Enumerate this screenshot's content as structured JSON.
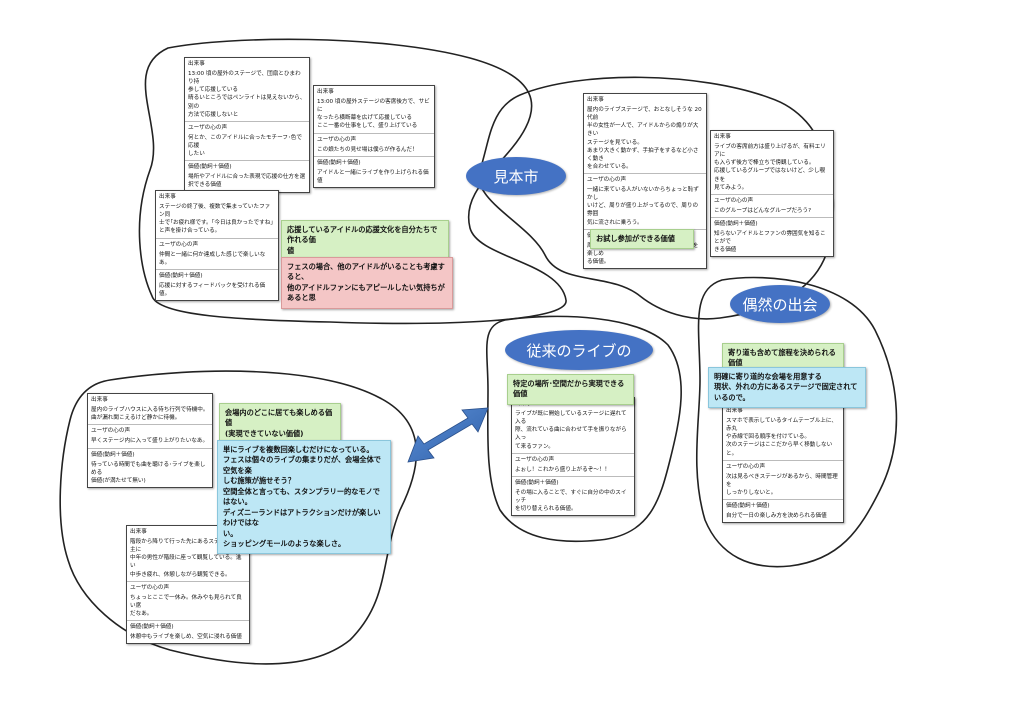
{
  "clusters": {
    "mihon": "見本市",
    "guuzen": "偶然の出会",
    "juurai": "従来のライブの"
  },
  "labels": {
    "event": "出来事",
    "voice": "ユーザの心の声",
    "value": "価値(動詞＋価値)"
  },
  "cards": [
    {
      "event": "13:00 頃の屋外のステージで、団扇とひまわり持\n参して応援している\n晴るいところではペンライトは見えないから、別の\n方法で応援しないと",
      "voice": "何とか、このアイドルに合ったモチーフ･色で応援\nしたい",
      "value": "場所やアイドルに合った表現で応援の仕方を選\n択できる価値"
    },
    {
      "event": "13:00 頃の屋外ステージの客席後方で、サビに\nなったら横断幕を広げて応援している\nここ一番の仕事をして、盛り上げている",
      "voice": "この娘たちの見せ場は僕らが作るんだ！",
      "value": "アイドルと一緒にライブを作り上げられる価値"
    },
    {
      "event": "ステージの終了後、複数で集まっていたファン同\n士で｢お疲れ様です。｢今日は良かったですね｣\nと声を掛け合っている。",
      "voice": "仲間と一緒に何か達成した感じで楽しいなあ。",
      "value": "応援に対するフィードバックを受けれる価値。"
    },
    {
      "event": "屋内のライブステージで、おとなしそうな 20 代前\n半の女性が一人で、アイドルからの煽りが大きい\nステージを見ている。\nあまり大きく動かず、手拍子をするなど小さく動き\nを合わせている。",
      "voice": "一緒に来ている人がいないからちょっと恥ずかし\nいけど、周りが盛り上がってるので、周りの雰囲\n気に流されに乗ろう。",
      "value": "周りの人に紛れることで、一人でもライブを楽しめ\nる価値。"
    },
    {
      "event": "ライブの客席前方は盛り上げるが、有料エリアに\nも入らず後方で棒立ちで傍観している。\n応援しているグループではないけど、少し覗きを\n見てみよう。",
      "voice": "このグループはどんなグループだろう?",
      "value": "知らないアイドルとファンの雰囲気を知ることがで\nきる価値"
    },
    {
      "event": "屋内のライブハウスに入る待ち行列で待機中。\n曲が漏れ聞こえるけど静かに待機。",
      "voice": "早くステージ内に入って盛り上がりたいなあ。",
      "value": "待っている時間でも曲を聴ける･ライブを楽しめる\n価値(が満たせて無い)"
    },
    {
      "event": "ライブが既に開始しているステージに遅れて入る\n際、流れている曲に合わせて手を振りながら入っ\nて来るファン。",
      "voice": "よぉし！これから盛り上がるぞ〜！！",
      "value": "その場に入ることで、すぐに自分の中のスイッチ\nを切り替えられる価値。"
    },
    {
      "event": "スマホで表示しているタイムテーブル上に、赤丸\nや赤線で回る順序を付けている。\n次のステージはここだから早く移動しないと。",
      "voice": "次は見るべきステージがあるから、時間管理を\nしっかりしないと。",
      "value": "自分で一日の楽しみ方を決められる価値"
    },
    {
      "event": "階段から降りて行った先にあるステージで、主に\n中年の男性が階段に座って観覧している。進い\n中歩き疲れ、休憩しながら観覧できる。",
      "voice": "ちょっとここで一休み。休みやも見られて良い席\nだなあ。",
      "value": "休憩中もライブを楽しめ、空気に浸れる価値"
    }
  ],
  "notes": [
    "応援しているアイドルの応援文化を自分たちで作れる価\n値",
    "フェスの場合、他のアイドルがいることも考慮すると、\n他のアイドルファンにもアピールしたい気持ちがあると思",
    "お試し参加ができる価値",
    "寄り道も含めて旅程を決められる価値",
    "明確に寄り道的な会場を用意する\n現状、外れの方にあるステージで固定されているので。",
    "特定の場所･空間だから実現できる価値",
    "会場内のどこに居ても楽しめる価値\n(実現できていない価値)",
    "単にライブを複数回楽しむだけになっている。\nフェスは個々のライブの集まりだが、会場全体で空気を楽\nしむ施策が施せそう？\n空間全体と言っても、スタンプラリー的なモノではない。\nディズニーランドはアトラクションだけが楽しいわけではな\nい。\nショッピングモールのような楽しさ。"
  ],
  "colors": {
    "oval": "#4472c4",
    "green_note": "#d6f0c4",
    "pink_note": "#f4c6c6",
    "blue_note": "#bde7f5"
  }
}
